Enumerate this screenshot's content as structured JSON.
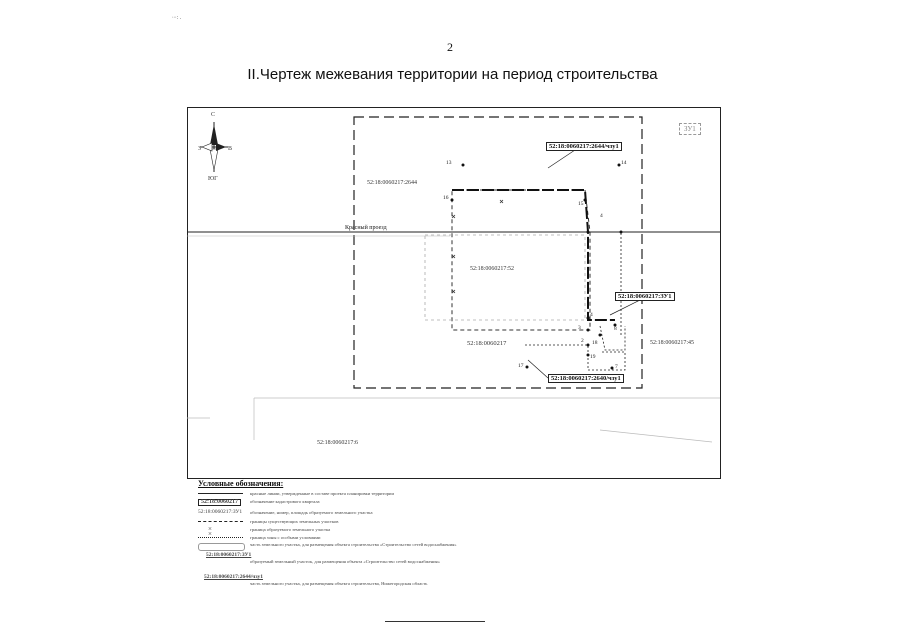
{
  "header": {
    "page_number": "2",
    "title": "II.Чертеж межевания территории на период строительства",
    "scan_mark": "∙∙∙: ."
  },
  "compass": {
    "north": "С",
    "south": "ЮГ",
    "west": "З",
    "east": "В"
  },
  "map": {
    "stamp": "ЗУ1",
    "road_label": "Красный проезд",
    "label_2644_top": "52:18:0060217:2644/чзу1",
    "label_2644_inner": "52:18:0060217:2644",
    "label_parcel_52": "52:18:0060217:52",
    "label_zu1": "52:18:0060217:ЗУ1",
    "label_block": "52:18:0060217",
    "label_right": "52:18:0060217:45",
    "label_2640": "52:18:0060217:2640/чзу1",
    "label_bottom": "52:18:0060217:6",
    "points": [
      "13",
      "14",
      "16",
      "15",
      "4",
      "3",
      "2",
      "19",
      "8",
      "7",
      "17",
      "18",
      "4"
    ]
  },
  "legend": {
    "title": "Условные обозначения:",
    "items": [
      {
        "symbol": "",
        "text": "красные линии, утвержденные в составе проекта планировки территории"
      },
      {
        "symbol": "52:18:0060217",
        "text": "обозначение кадастрового квартала"
      },
      {
        "symbol": "52:18:0060217:ЗУ1",
        "text": "обозначение, номер, площадь образуемого земельного участка"
      },
      {
        "symbol": "",
        "text": "границы существующих земельных участков"
      },
      {
        "symbol": "× ×",
        "text": "граница образуемого земельного участка"
      },
      {
        "symbol": "",
        "text": "граница зоны с особыми условиями"
      },
      {
        "symbol": "",
        "text": "часть земельного участка, для размещения объекта строительства «Строительство сетей водоснабжения»"
      },
      {
        "symbol": "52:18:0060217:ЗУ1",
        "text": "образуемый земельный участок, для размещения объекта «Строительство сетей водоснабжения»"
      },
      {
        "symbol": "52:18:0060217:2644/чзу1",
        "text": "часть земельного участка, для размещения объекта строительства, Нижегородская область"
      }
    ]
  }
}
